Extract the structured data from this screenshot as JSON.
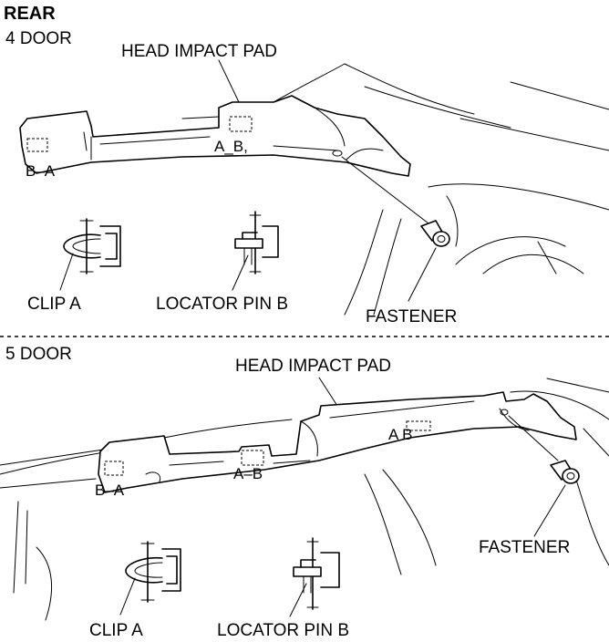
{
  "header": {
    "title": "REAR"
  },
  "sections": [
    {
      "name": "4 DOOR",
      "pad_label": "HEAD IMPACT PAD",
      "callouts": {
        "left": "B–A",
        "middle": "A_B,",
        "clip": "CLIP A",
        "pin": "LOCATOR PIN B",
        "fastener": "FASTENER"
      }
    },
    {
      "name": "5 DOOR",
      "pad_label": "HEAD IMPACT PAD",
      "callouts": {
        "left": "B–A",
        "middle": "A–B",
        "right": "A B",
        "clip": "CLIP A",
        "pin": "LOCATOR PIN B",
        "fastener": "FASTENER"
      }
    }
  ],
  "icons": [
    "clip-icon",
    "locator-pin-icon",
    "fastener-icon"
  ]
}
